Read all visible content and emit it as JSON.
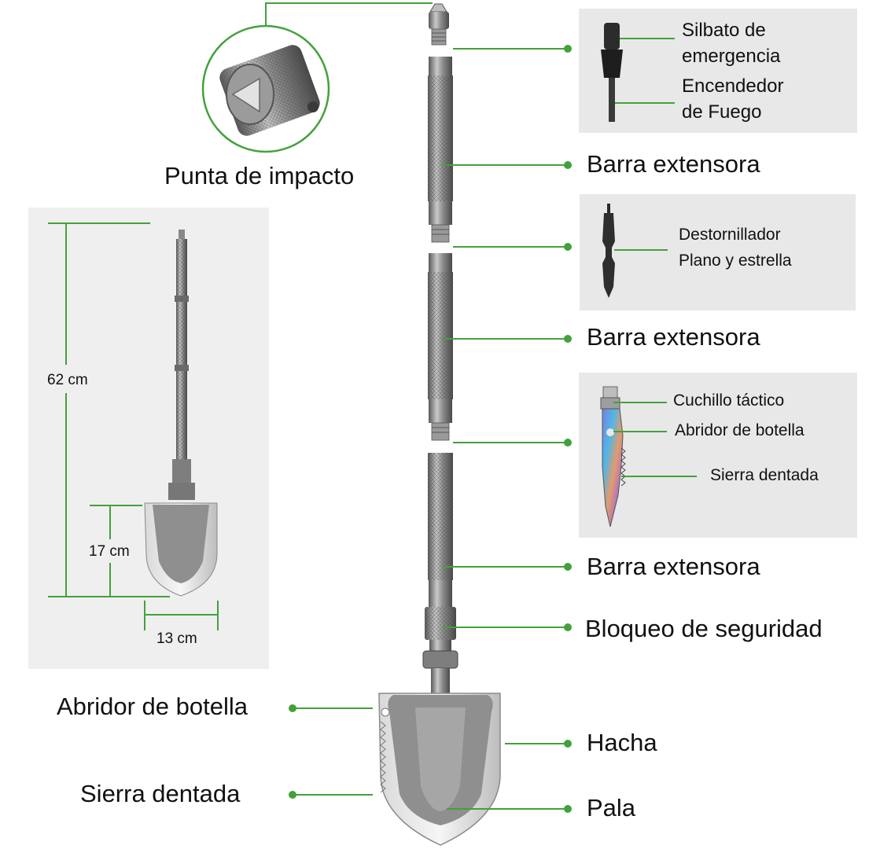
{
  "labels": {
    "impact_tip": "Punta de impacto",
    "whistle_line1": "Silbato de",
    "whistle_line2": "emergencia",
    "firestarter_line1": "Encendedor",
    "firestarter_line2": "de Fuego",
    "extension_bar_1": "Barra extensora",
    "screwdriver_line1": "Destornillador",
    "screwdriver_line2": "Plano y estrella",
    "extension_bar_2": "Barra extensora",
    "tactical_knife": "Cuchillo táctico",
    "knife_bottle_opener": "Abridor de botella",
    "knife_serrated_saw": "Sierra dentada",
    "extension_bar_3": "Barra extensora",
    "safety_lock": "Bloqueo de seguridad",
    "bottle_opener": "Abridor de botella",
    "axe": "Hacha",
    "serrated_saw": "Sierra dentada",
    "shovel": "Pala"
  },
  "dimensions": {
    "length": "62 cm",
    "blade_height": "17 cm",
    "blade_width": "13 cm"
  },
  "colors": {
    "leader_line": "#43a13b",
    "box_fill": "#e8e8e8",
    "inset_fill": "#efefef",
    "metal": "#8a8a8a",
    "blade": "#a8a8a8"
  }
}
